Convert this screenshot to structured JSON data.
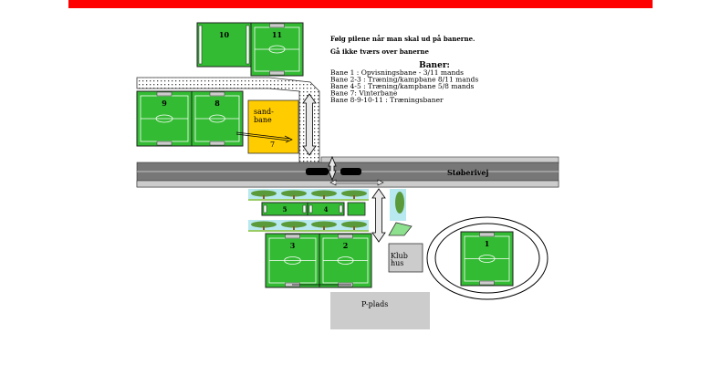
{
  "colors": {
    "banner": "#ff0000",
    "grass": "#33bb33",
    "sand": "#ffcc00",
    "road": "#777777",
    "roadLight": "#cccccc",
    "building": "#cccccc",
    "trees": "#b8e8f0"
  },
  "fields": {
    "f1": "1",
    "f2": "2",
    "f3": "3",
    "f4": "4",
    "f5": "5",
    "f8": "8",
    "f9": "9",
    "f10": "10",
    "f11": "11"
  },
  "sand": {
    "line1": "sand-",
    "line2": "bane",
    "number": "7"
  },
  "road": {
    "name": "Støberivej"
  },
  "club": {
    "line1": "Klub",
    "line2": "hus"
  },
  "parking": {
    "label": "P-plads"
  },
  "legend": {
    "instruction1": "Følg pilene når man skal ud på banerne.",
    "instruction2": "Gå ikke tværs over banerne",
    "heading": "Baner:",
    "lines": [
      "Bane 1 : Opvisningsbane  - 3/11 mands",
      "Bane 2-3 : Træning/kampbane 8/11 mands",
      "Bane  4-5 : Træning/kampbane 5/8 mands",
      "Bane 7: Vinterbane",
      "Bane 8-9-10-11 : Træningsbaner"
    ]
  }
}
